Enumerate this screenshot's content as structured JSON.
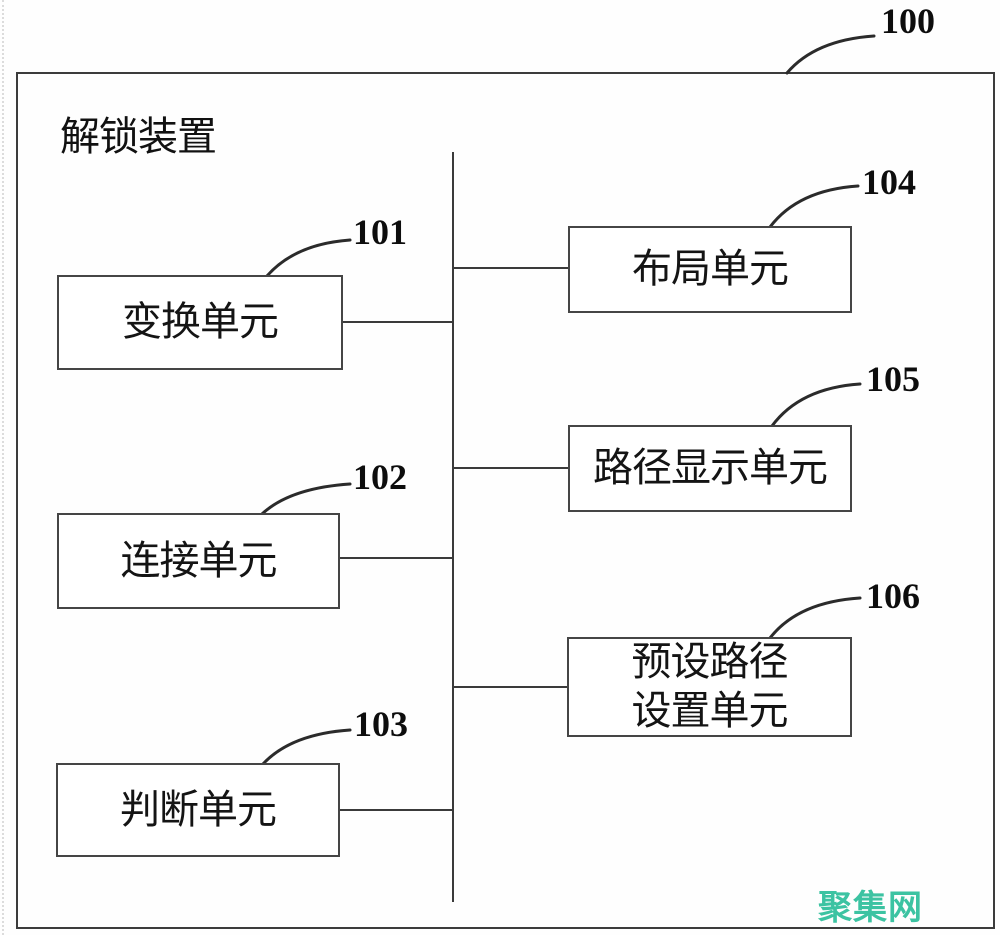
{
  "diagram": {
    "title": "解锁装置",
    "figure_label": "100",
    "left_units": [
      {
        "id": "101",
        "label": "变换单元"
      },
      {
        "id": "102",
        "label": "连接单元"
      },
      {
        "id": "103",
        "label": "判断单元"
      }
    ],
    "right_units": [
      {
        "id": "104",
        "label": "布局单元",
        "lines": [
          "布局单元"
        ]
      },
      {
        "id": "105",
        "label": "路径显示单元",
        "lines": [
          "路径显示单元"
        ]
      },
      {
        "id": "106",
        "label": "预设路径设置单元",
        "lines": [
          "预设路径",
          "设置单元"
        ]
      }
    ],
    "watermark": {
      "text": "聚集网",
      "color": "#3cc3a2"
    },
    "line_color": "#3a3a3a"
  }
}
